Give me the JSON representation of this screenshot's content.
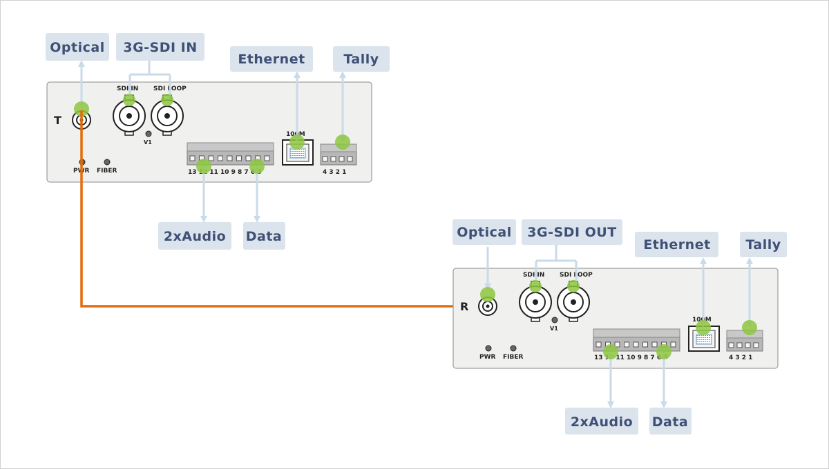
{
  "callouts": {
    "optical": "Optical",
    "sdi_in": "3G-SDI IN",
    "sdi_out": "3G-SDI OUT",
    "ethernet": "Ethernet",
    "tally": "Tally",
    "audio": "2xAudio",
    "data": "Data"
  },
  "panel": {
    "tx_letter": "T",
    "rx_letter": "R",
    "sdi_in": "SDI IN",
    "sdi_loop": "SDI LOOP",
    "v1": "V1",
    "pwr": "PWR",
    "fiber": "FIBER",
    "port": "100M",
    "pins": "13 12 11 10 9 8 7 6 5",
    "tally_pins": "4 3 2 1"
  },
  "colors": {
    "callout_bg": "#dbe4ec",
    "callout_text": "#3f4f76",
    "arrow": "#c9dae8",
    "marker": "#8dc63f",
    "fiber_link": "#e36c0a",
    "panel_bg": "#f0f0ef",
    "panel_border": "#8a8a8a"
  }
}
